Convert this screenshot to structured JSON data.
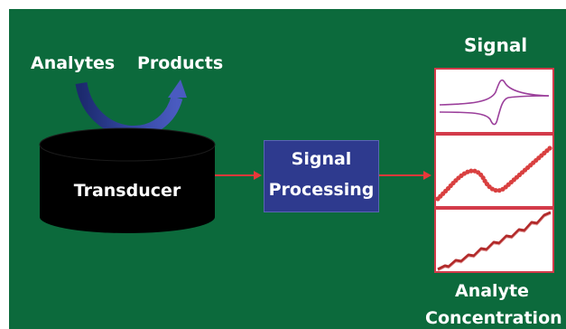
{
  "labels": {
    "analytes": "Analytes",
    "products": "Products",
    "transducer": "Transducer",
    "signal_processing_line1": "Signal",
    "signal_processing_line2": "Processing",
    "signal": "Signal",
    "analyte_line1": "Analyte",
    "analyte_line2": "Concentration"
  },
  "colors": {
    "background": "#0c6a3c",
    "transducer": "#000000",
    "processing_box": "#2e3a8e",
    "arrow": "#e8383a",
    "curved_arrow": "#3a4aa0",
    "graph_border": "#d33b4a"
  },
  "icons": {
    "curved_arrow": "curved-arrow-icon"
  }
}
